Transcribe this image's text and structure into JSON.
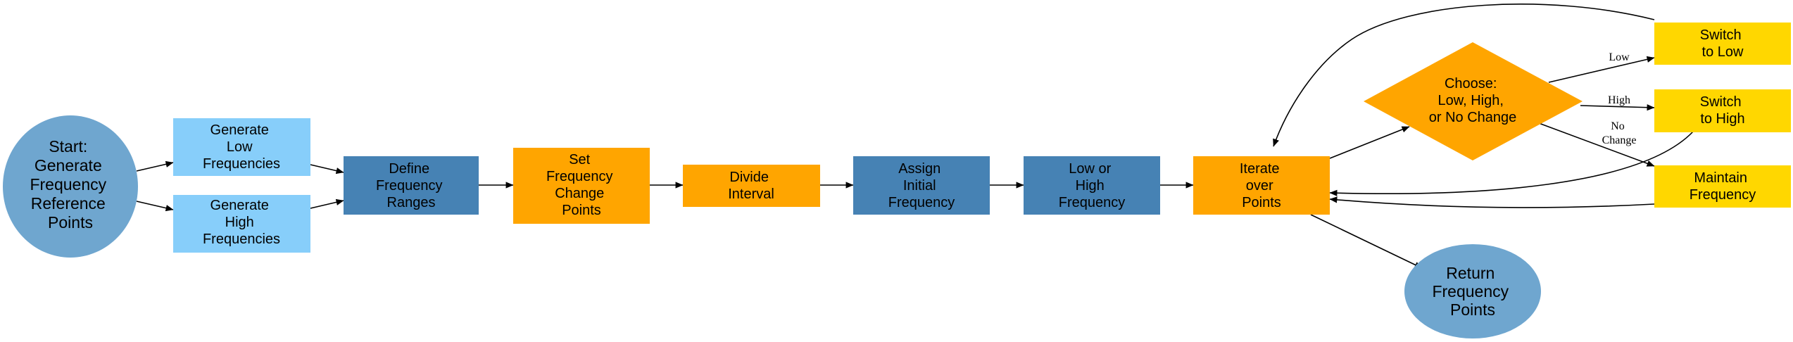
{
  "colors": {
    "ellipse": "#6fa6cf",
    "light_blue": "#87cefa",
    "steel_blue": "#4682b4",
    "orange": "#ffa500",
    "gold": "#ffd700",
    "edge": "#000000"
  },
  "nodes": {
    "start": {
      "lines": [
        "Start:",
        "Generate",
        "Frequency",
        "Reference",
        "Points"
      ]
    },
    "gen_low": {
      "lines": [
        "Generate",
        "Low",
        "Frequencies"
      ]
    },
    "gen_high": {
      "lines": [
        "Generate",
        "High",
        "Frequencies"
      ]
    },
    "define_ranges": {
      "lines": [
        "Define",
        "Frequency",
        "Ranges"
      ]
    },
    "set_change": {
      "lines": [
        "Set",
        "Frequency",
        "Change",
        "Points"
      ]
    },
    "divide": {
      "lines": [
        "Divide",
        "Interval"
      ]
    },
    "assign": {
      "lines": [
        "Assign",
        "Initial",
        "Frequency"
      ]
    },
    "low_or_high": {
      "lines": [
        "Low or",
        "High",
        "Frequency"
      ]
    },
    "iterate": {
      "lines": [
        "Iterate",
        "over",
        "Points"
      ]
    },
    "choose": {
      "lines": [
        "Choose:",
        "Low, High,",
        "or No Change"
      ]
    },
    "switch_low": {
      "lines": [
        "Switch",
        "to Low"
      ]
    },
    "switch_high": {
      "lines": [
        "Switch",
        "to High"
      ]
    },
    "maintain": {
      "lines": [
        "Maintain",
        "Frequency"
      ]
    },
    "return": {
      "lines": [
        "Return",
        "Frequency",
        "Points"
      ]
    }
  },
  "edge_labels": {
    "low": {
      "lines": [
        "Low"
      ]
    },
    "high": {
      "lines": [
        "High"
      ]
    },
    "no_change": {
      "lines": [
        "No",
        "Change"
      ]
    }
  }
}
